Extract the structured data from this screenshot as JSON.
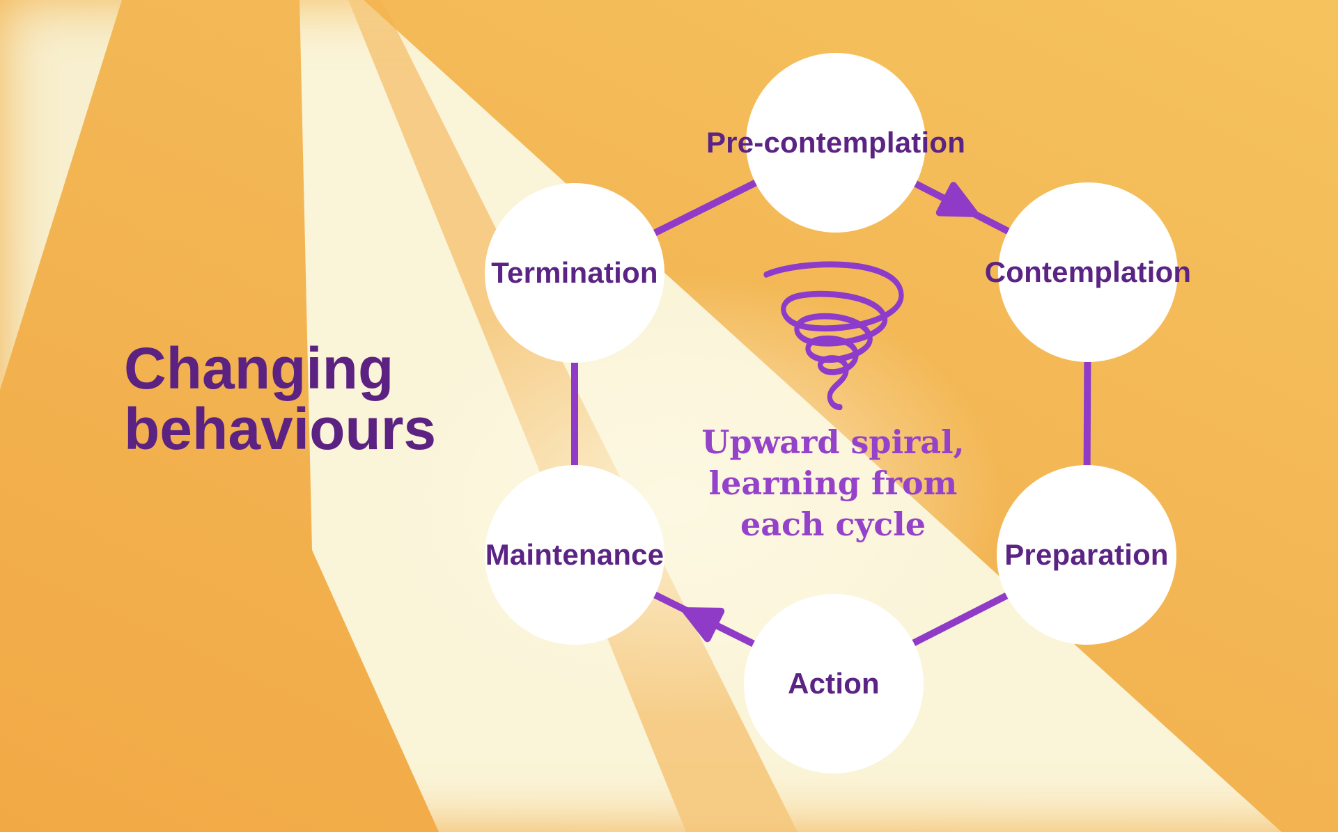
{
  "title": {
    "lines": [
      "Changing",
      "behaviours"
    ]
  },
  "cycle": {
    "stages": [
      {
        "id": "pre-contemplation",
        "label": "Pre-contemplation"
      },
      {
        "id": "contemplation",
        "label": "Contemplation"
      },
      {
        "id": "preparation",
        "label": "Preparation"
      },
      {
        "id": "action",
        "label": "Action"
      },
      {
        "id": "maintenance",
        "label": "Maintenance"
      },
      {
        "id": "termination",
        "label": "Termination"
      }
    ],
    "flow_arrows": [
      {
        "from": "Pre-contemplation",
        "to": "Contemplation"
      },
      {
        "from": "Action",
        "to": "Maintenance"
      }
    ]
  },
  "center": {
    "icon": "upward-spiral-icon",
    "caption_lines": [
      "Upward spiral,",
      "learning from",
      "each cycle"
    ]
  },
  "colors": {
    "background_orange": "#F3B654",
    "background_cream": "#FAF4D8",
    "node_fill": "#FFFFFF",
    "label_purple": "#5B2383",
    "title_purple": "#5B2282",
    "accent_purple": "#8F3BC8",
    "caption_purple": "#9542CA"
  }
}
